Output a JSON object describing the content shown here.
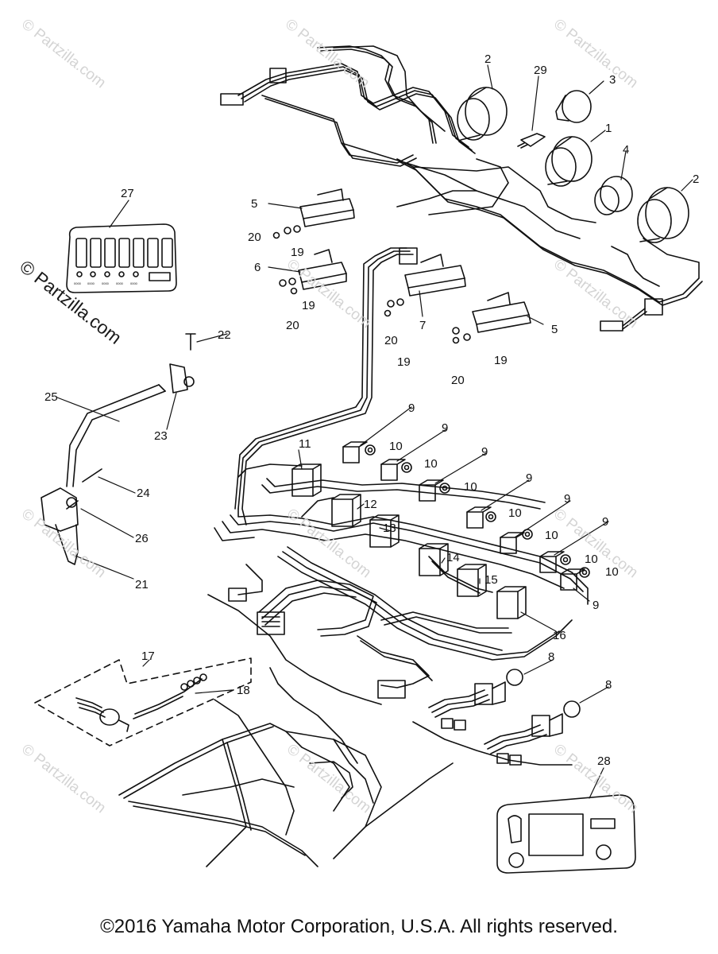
{
  "watermark": "© Partzilla.com",
  "footer": "©2016 Yamaha Motor Corporation, U.S.A. All rights reserved.",
  "callouts": [
    "1",
    "2",
    "3",
    "4",
    "5",
    "6",
    "7",
    "8",
    "9",
    "10",
    "11",
    "12",
    "13",
    "14",
    "15",
    "16",
    "17",
    "18",
    "19",
    "20",
    "21",
    "22",
    "23",
    "24",
    "25",
    "26",
    "27",
    "28",
    "29"
  ],
  "panel_labels": [
    "0000",
    "0000",
    "0000",
    "0000",
    "0000"
  ]
}
